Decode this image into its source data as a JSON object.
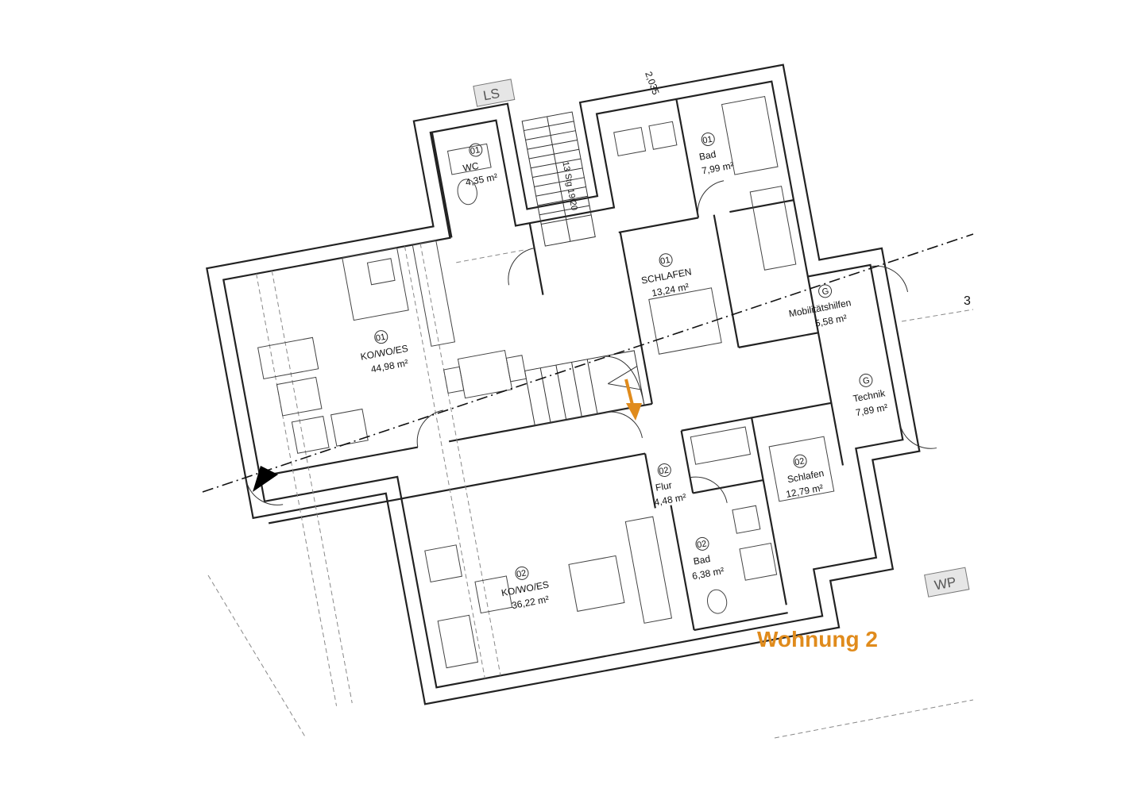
{
  "title": "Wohnung 2",
  "accent_color": "#e08b1c",
  "tags": {
    "ls": "LS",
    "wp": "WP"
  },
  "stair": {
    "label": "13 Stg 19/20",
    "dimension": "2,035",
    "edge_mark": "3"
  },
  "rooms": [
    {
      "num": "01",
      "name": "WC",
      "area": "4,35 m²"
    },
    {
      "num": "01",
      "name": "Bad",
      "area": "7,99 m²"
    },
    {
      "num": "01",
      "name": "KO/WO/ES",
      "area": "44,98 m²"
    },
    {
      "num": "01",
      "name": "SCHLAFEN",
      "area": "13,24 m²"
    },
    {
      "num": "G",
      "name": "Mobilitätshilfen",
      "area": "5,58 m²"
    },
    {
      "num": "G",
      "name": "Technik",
      "area": "7,89 m²"
    },
    {
      "num": "02",
      "name": "Flur",
      "area": "4,48 m²"
    },
    {
      "num": "02",
      "name": "Schlafen",
      "area": "12,79 m²"
    },
    {
      "num": "02",
      "name": "KO/WO/ES",
      "area": "36,22 m²"
    },
    {
      "num": "02",
      "name": "Bad",
      "area": "6,38 m²"
    }
  ]
}
